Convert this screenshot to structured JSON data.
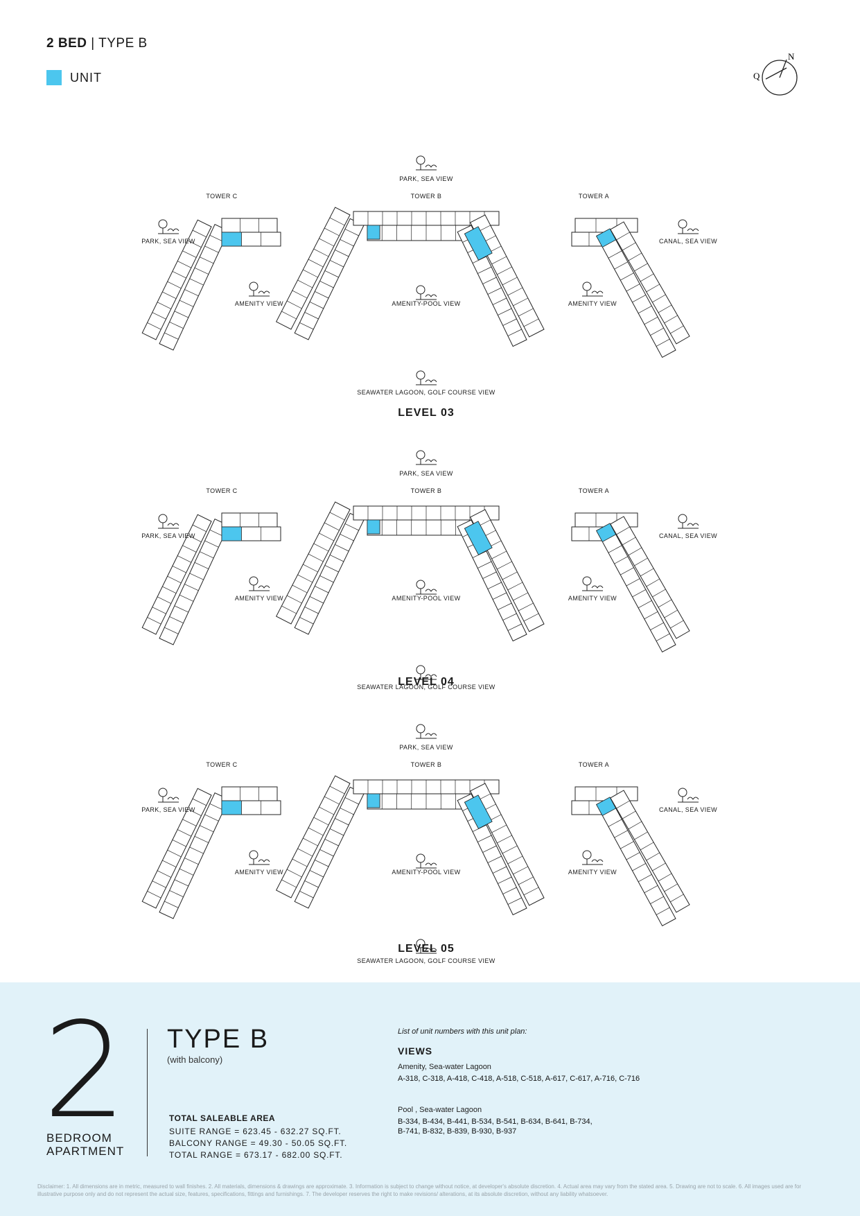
{
  "header": {
    "bed": "2 BED",
    "sep": " | ",
    "type": "TYPE B"
  },
  "legend": {
    "unit_label": "UNIT",
    "unit_color": "#4cc6ee"
  },
  "compass": {
    "n": "N",
    "q": "Q"
  },
  "levels": [
    {
      "level": "LEVEL 03",
      "park": "PARK, SEA VIEW",
      "tower_c": "TOWER C",
      "tower_b": "TOWER B",
      "tower_a": "TOWER A",
      "park_left": "PARK, SEA VIEW",
      "canal": "CANAL, SEA VIEW",
      "amenity_left": "AMENITY VIEW",
      "amenity_pool": "AMENITY-POOL VIEW",
      "amenity_right": "AMENITY VIEW",
      "lagoon": "SEAWATER LAGOON, GOLF COURSE VIEW"
    },
    {
      "level": "LEVEL 04",
      "park": "PARK, SEA VIEW",
      "tower_c": "TOWER C",
      "tower_b": "TOWER B",
      "tower_a": "TOWER A",
      "park_left": "PARK, SEA VIEW",
      "canal": "CANAL, SEA VIEW",
      "amenity_left": "AMENITY VIEW",
      "amenity_pool": "AMENITY-POOL VIEW",
      "amenity_right": "AMENITY VIEW",
      "lagoon": "SEAWATER LAGOON, GOLF COURSE VIEW"
    },
    {
      "level": "LEVEL 05",
      "park": "PARK, SEA VIEW",
      "tower_c": "TOWER C",
      "tower_b": "TOWER B",
      "tower_a": "TOWER A",
      "park_left": "PARK, SEA VIEW",
      "canal": "CANAL, SEA VIEW",
      "amenity_left": "AMENITY VIEW",
      "amenity_pool": "AMENITY-POOL VIEW",
      "amenity_right": "AMENITY VIEW",
      "lagoon": "SEAWATER LAGOON, GOLF COURSE VIEW"
    }
  ],
  "summary": {
    "number": "2",
    "bedroom": "BEDROOM",
    "apartment": "APARTMENT",
    "type": "TYPE B",
    "balcony": "(with balcony)",
    "area_title": "TOTAL SALEABLE AREA",
    "suite": "SUITE RANGE = 623.45 - 632.27 SQ.FT.",
    "balcony_range": "BALCONY RANGE = 49.30 - 50.05 SQ.FT.",
    "total": "TOTAL RANGE = 673.17 - 682.00 SQ.FT.",
    "list_heading": "List of unit numbers with this unit plan:",
    "views_heading": "VIEWS",
    "view1_title": "Amenity, Sea-water Lagoon",
    "view1_units": "A-318, C-318, A-418, C-418, A-518, C-518, A-617, C-617, A-716, C-716",
    "view2_title": "Pool , Sea-water Lagoon",
    "view2_units_1": "B-334, B-434, B-441, B-534, B-541, B-634, B-641, B-734,",
    "view2_units_2": "B-741, B-832, B-839, B-930, B-937"
  },
  "disclaimer": "Disclaimer: 1. All dimensions are in metric, measured to wall finishes. 2. All materials, dimensions & drawings are approximate. 3. Information is subject to change without notice, at developer's absolute discretion. 4. Actual area may vary from the stated area. 5. Drawing are not to scale. 6. All images used are for illustrative purpose only and do not represent the actual size, features, specifications, fittings and furnishings. 7. The developer reserves the right to make revisions/ alterations, at its absolute discretion, without any liability whatsoever."
}
